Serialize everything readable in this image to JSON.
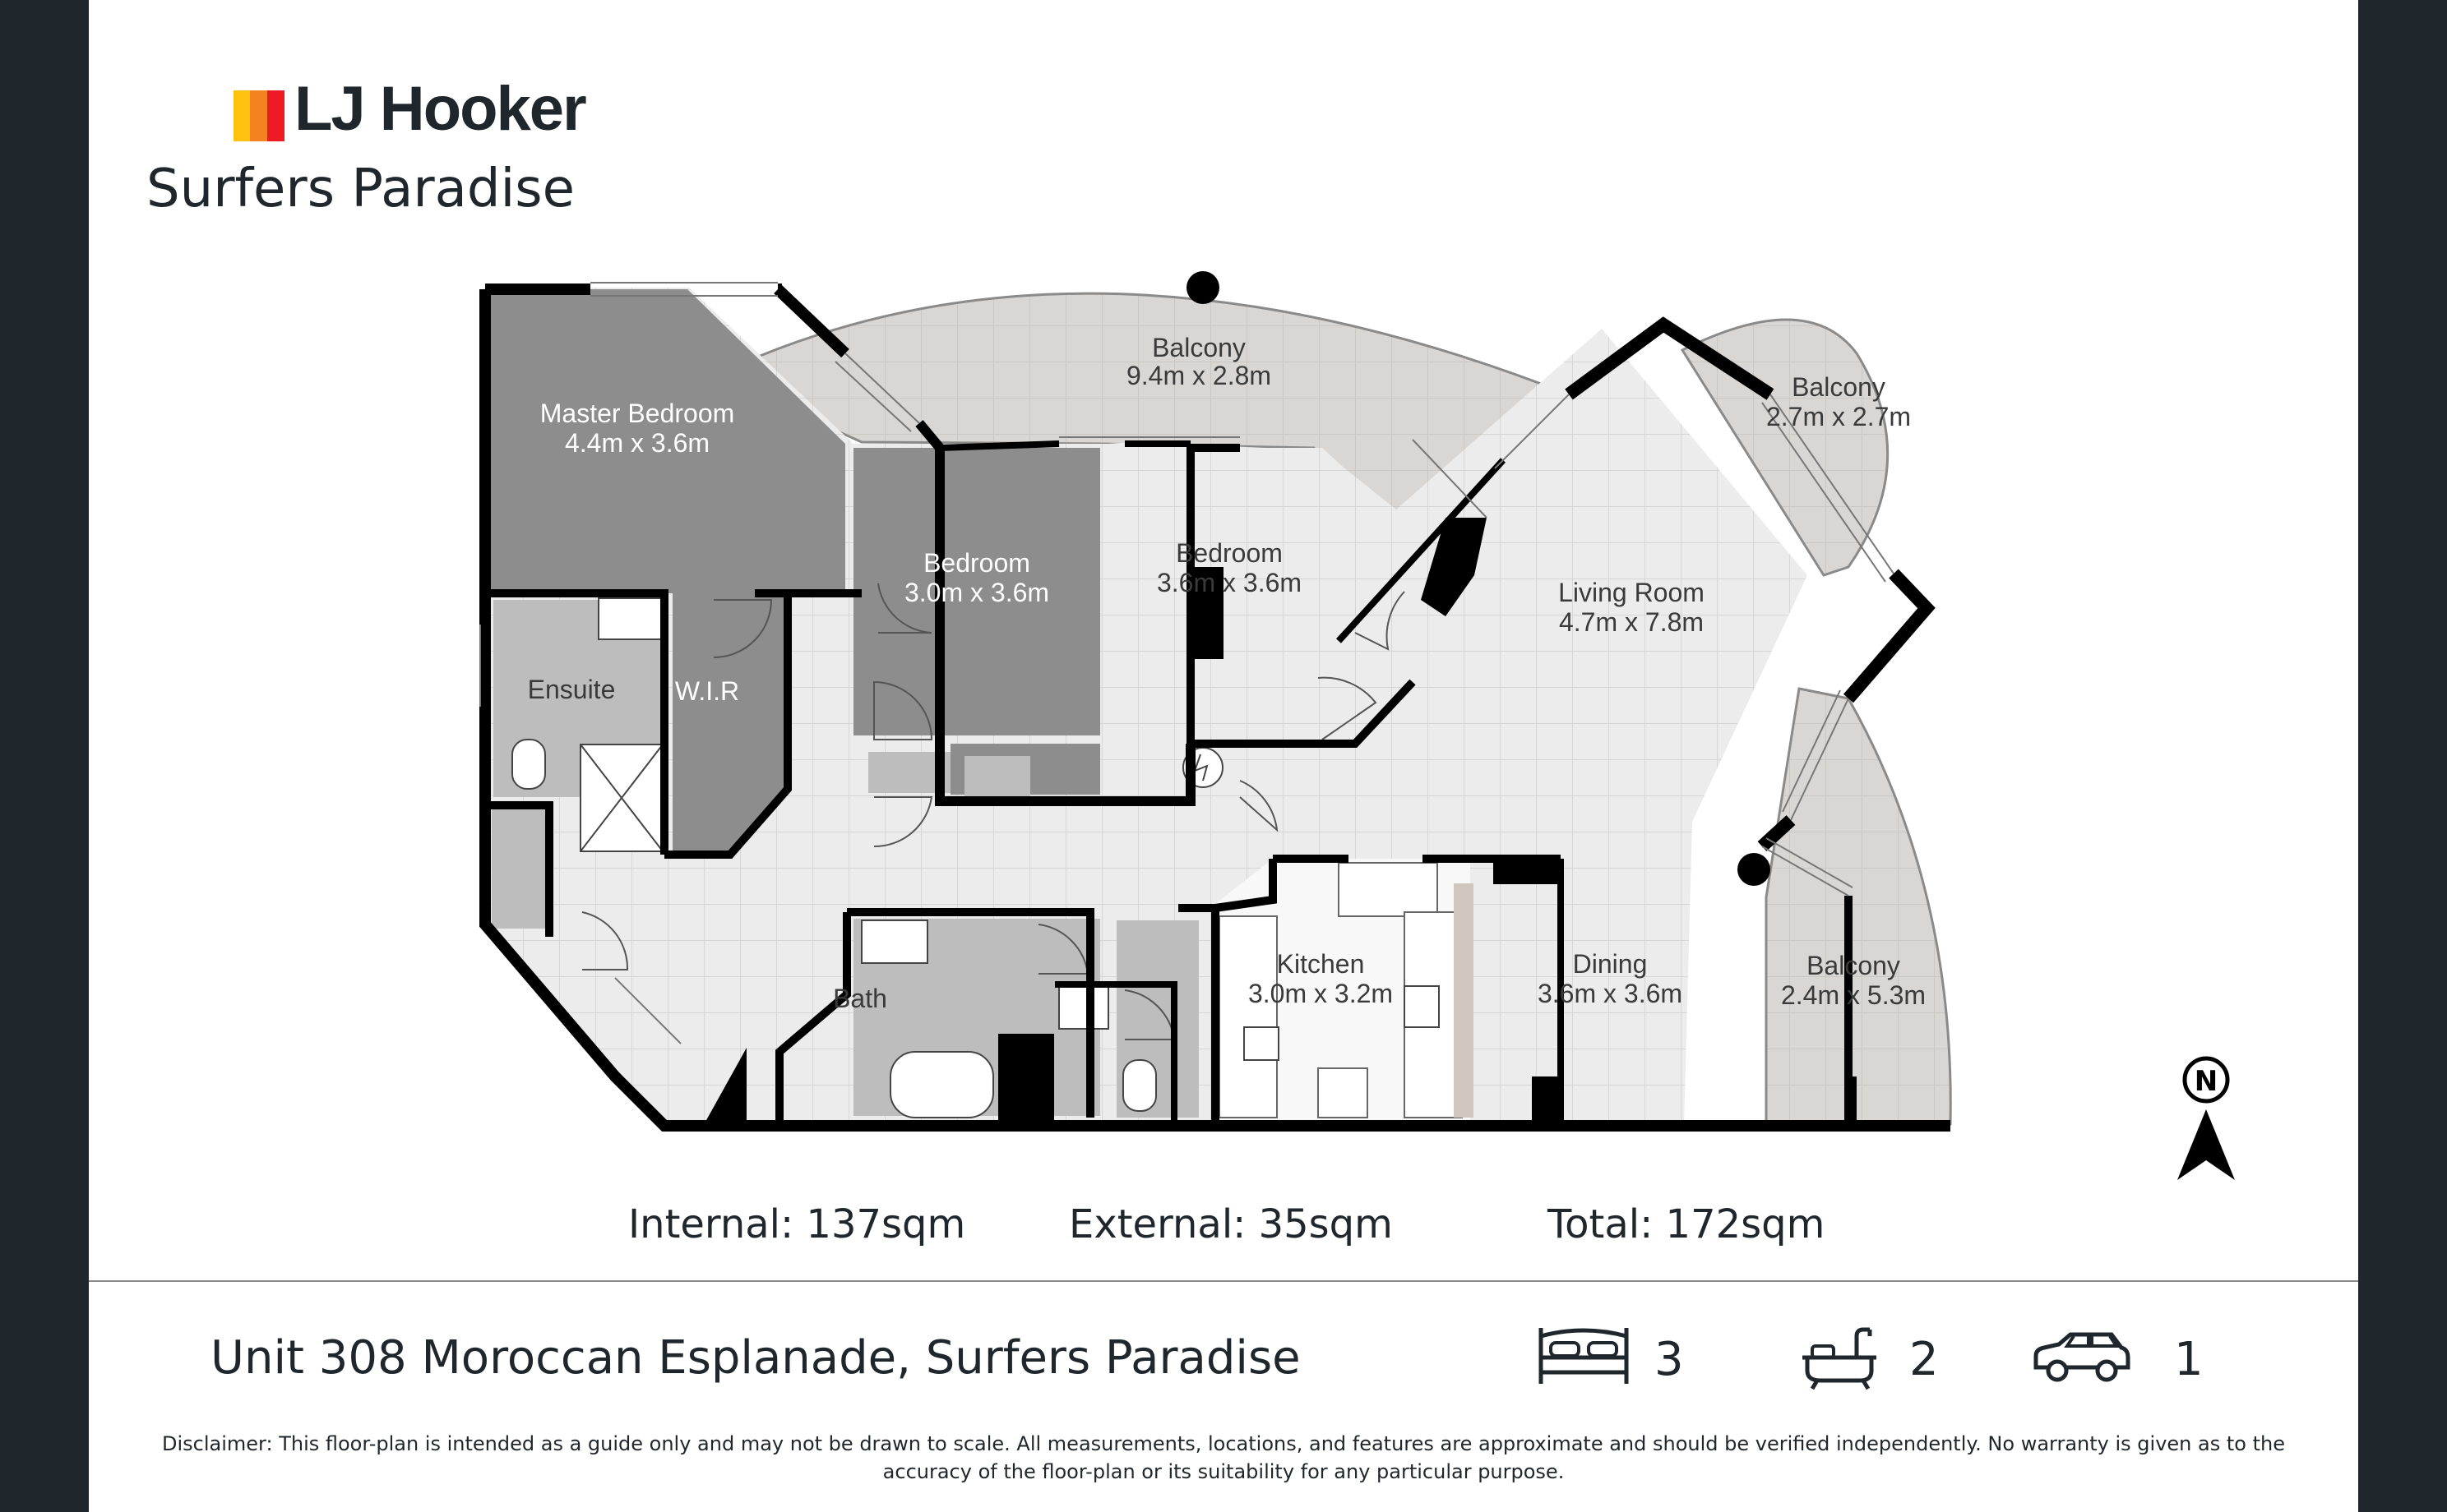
{
  "brand": {
    "name": "LJ Hooker",
    "office": "Surfers Paradise"
  },
  "colors": {
    "bedroom_fill": "#8d8d8d",
    "balcony_fill": "#d9d6d3",
    "tile_fill": "#ececec",
    "wet_fill": "#bdbdbd",
    "wall": "#000000",
    "logo_yellow": "#ffc20e",
    "logo_orange": "#f58220",
    "logo_red": "#ed1c24"
  },
  "rooms": {
    "master_bedroom": {
      "name": "Master Bedroom",
      "size": "4.4m x 3.6m"
    },
    "bedroom_2": {
      "name": "Bedroom",
      "size": "3.0m x 3.6m"
    },
    "bedroom_3": {
      "name": "Bedroom",
      "size": "3.6m x 3.6m"
    },
    "balcony_main": {
      "name": "Balcony",
      "size": "9.4m x 2.8m"
    },
    "balcony_corner": {
      "name": "Balcony",
      "size": "2.7m x 2.7m"
    },
    "balcony_side": {
      "name": "Balcony",
      "size": "2.4m x 5.3m"
    },
    "living": {
      "name": "Living Room",
      "size": "4.7m x 7.8m"
    },
    "dining": {
      "name": "Dining",
      "size": "3.6m x 3.6m"
    },
    "kitchen": {
      "name": "Kitchen",
      "size": "3.0m x 3.2m"
    },
    "ensuite": {
      "name": "Ensuite"
    },
    "wir": {
      "name": "W.I.R"
    },
    "bath": {
      "name": "Bath"
    }
  },
  "areas": {
    "internal": "Internal: 137sqm",
    "external": "External: 35sqm",
    "total": "Total: 172sqm"
  },
  "compass": {
    "letter": "N",
    "icon": "north-arrow-icon"
  },
  "property": {
    "address": "Unit 308 Moroccan Esplanade, Surfers Paradise",
    "bedrooms": "3",
    "bathrooms": "2",
    "car_spaces": "1",
    "bed_icon": "bed-icon",
    "bath_icon": "bathtub-icon",
    "car_icon": "car-icon"
  },
  "disclaimer": "Disclaimer: This floor-plan is intended as a guide only and may not be drawn to scale. All measurements, locations, and features are approximate and should be verified independently. No warranty is given as to the accuracy of the floor-plan or its suitability for any particular purpose."
}
